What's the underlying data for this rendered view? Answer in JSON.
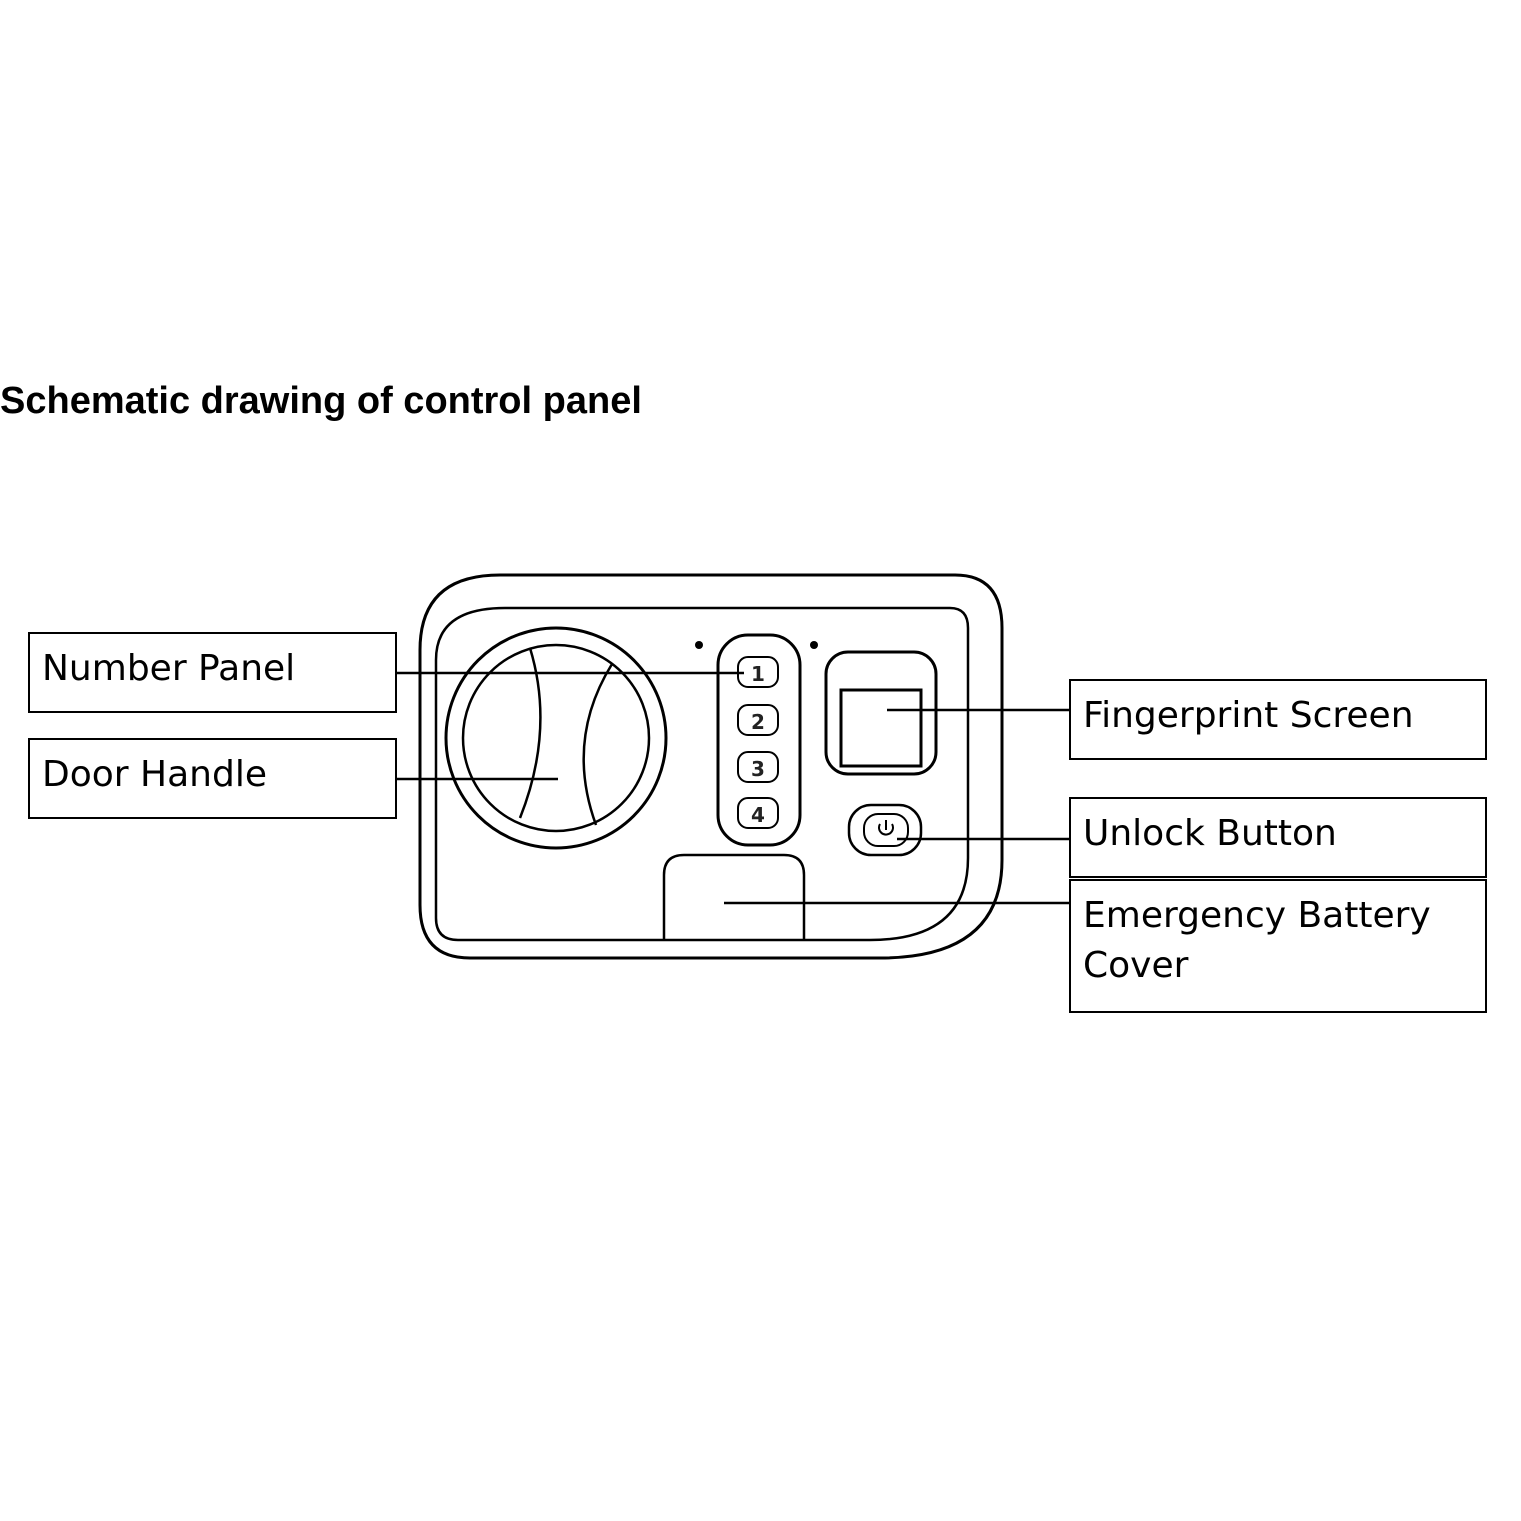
{
  "title": "Schematic drawing of control panel",
  "labels": {
    "number_panel": "Number Panel",
    "door_handle": "Door Handle",
    "fingerprint_screen": "Fingerprint Screen",
    "unlock_button": "Unlock Button",
    "emergency_battery_cover": "Emergency Battery\nCover"
  },
  "keys": [
    "1",
    "2",
    "3",
    "4"
  ],
  "icons": {
    "unlock_button": "power-icon"
  }
}
